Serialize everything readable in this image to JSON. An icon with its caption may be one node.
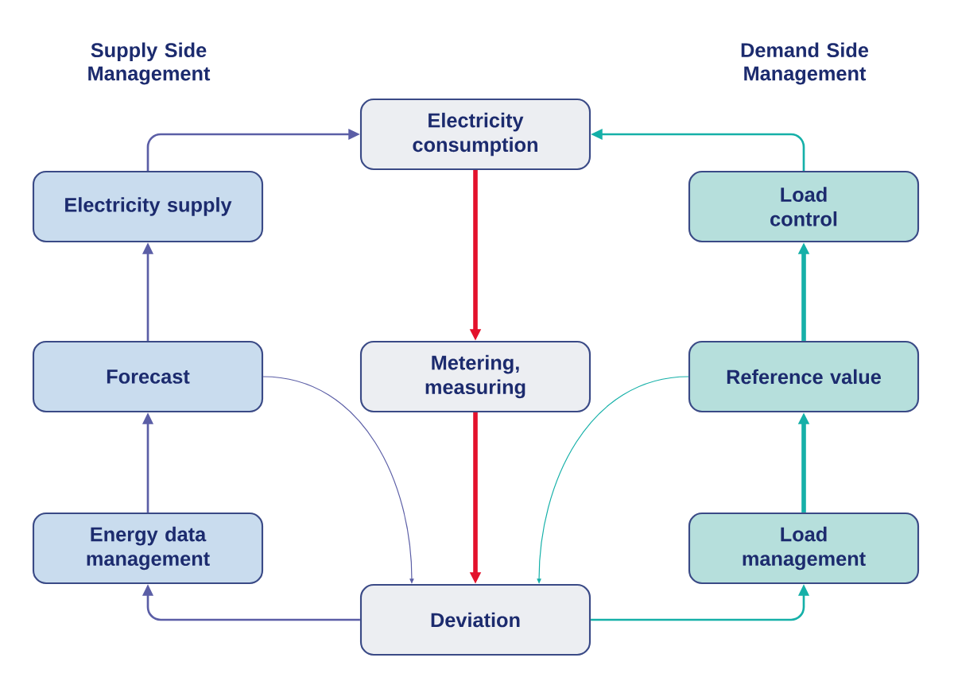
{
  "diagram": {
    "nodes": [
      {
        "text": [
          "Electricity consumption"
        ]
      },
      {
        "text": [
          "Electricity supply"
        ]
      },
      {
        "text": [
          "Load control"
        ]
      },
      {
        "text": [
          "Forecast"
        ]
      },
      {
        "text": [
          "Metering, measuring"
        ]
      },
      {
        "text": [
          "Reference value"
        ]
      },
      {
        "text": [
          "Energy data management"
        ]
      },
      {
        "text": [
          "Load management"
        ]
      },
      {
        "text": [
          "Deviation"
        ]
      }
    ],
    "edges": [
      {
        "from": 1,
        "to": 0,
        "arrow": "to",
        "color": "#5b5ea6"
      },
      {
        "from": 2,
        "to": 0,
        "arrow": "to",
        "color": "#15b0a8"
      },
      {
        "from": 0,
        "to": 4,
        "arrow": "to",
        "style": "thick",
        "color": "#e3122c"
      },
      {
        "from": 4,
        "to": 8,
        "arrow": "to",
        "style": "thick",
        "color": "#e3122c"
      },
      {
        "from": 6,
        "to": 3,
        "arrow": "to",
        "color": "#5b5ea6"
      },
      {
        "from": 3,
        "to": 1,
        "arrow": "to",
        "color": "#5b5ea6"
      },
      {
        "from": 8,
        "to": 6,
        "arrow": "to",
        "color": "#5b5ea6"
      },
      {
        "from": 8,
        "to": 7,
        "arrow": "to",
        "color": "#15b0a8"
      },
      {
        "from": 7,
        "to": 5,
        "arrow": "to",
        "style": "thick",
        "color": "#15b0a8"
      },
      {
        "from": 5,
        "to": 2,
        "arrow": "to",
        "style": "thick",
        "color": "#15b0a8"
      },
      {
        "from": 3,
        "to": 8,
        "arrow": "to",
        "color": "#5b5ea6"
      },
      {
        "from": 5,
        "to": 8,
        "arrow": "to",
        "color": "#15b0a8"
      }
    ],
    "labels": [
      "Supply Side Management",
      "Demand Side Management"
    ]
  }
}
